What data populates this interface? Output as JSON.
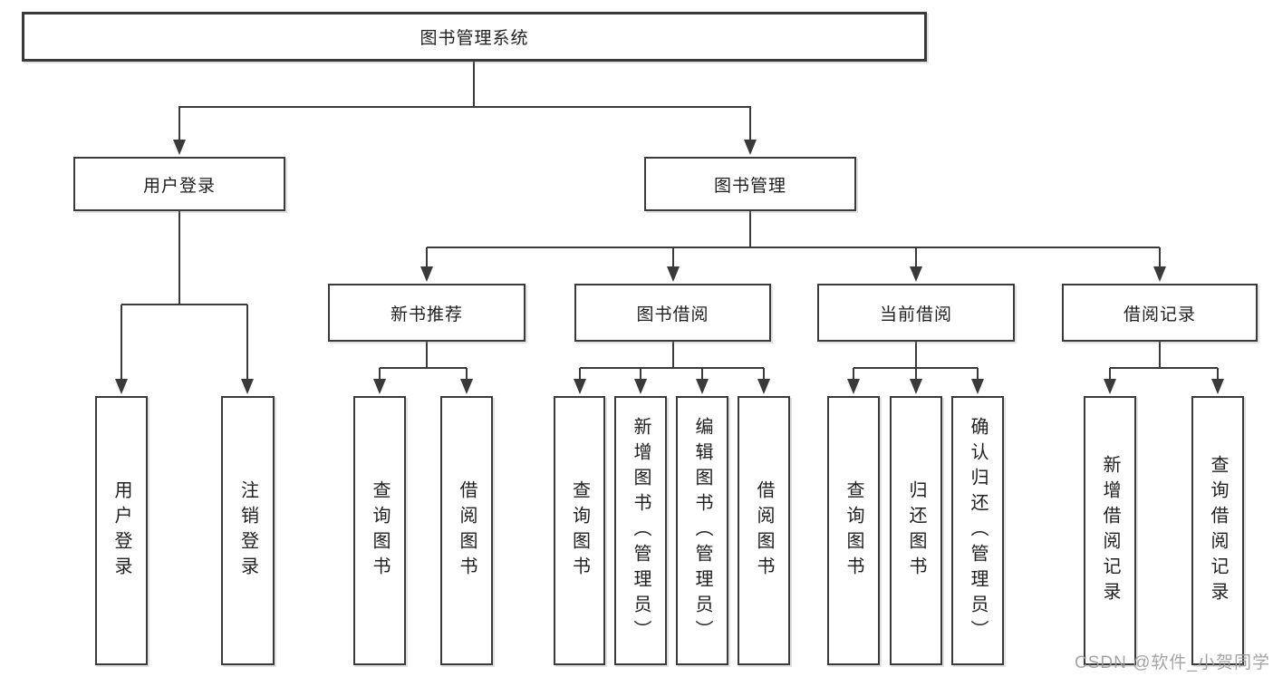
{
  "tree": {
    "root": {
      "label": "图书管理系统"
    },
    "branches": [
      {
        "label": "用户登录",
        "children": [
          {
            "label": "用户登录"
          },
          {
            "label": "注销登录"
          }
        ]
      },
      {
        "label": "图书管理",
        "children": [
          {
            "label": "新书推荐",
            "children": [
              {
                "label": "查询图书"
              },
              {
                "label": "借阅图书"
              }
            ]
          },
          {
            "label": "图书借阅",
            "children": [
              {
                "label": "查询图书"
              },
              {
                "label": "新增图书（管理员）"
              },
              {
                "label": "编辑图书（管理员）"
              },
              {
                "label": "借阅图书"
              }
            ]
          },
          {
            "label": "当前借阅",
            "children": [
              {
                "label": "查询图书"
              },
              {
                "label": "归还图书"
              },
              {
                "label": "确认归还（管理员）"
              }
            ]
          },
          {
            "label": "借阅记录",
            "children": [
              {
                "label": "新增借阅记录"
              },
              {
                "label": "查询借阅记录"
              }
            ]
          }
        ]
      }
    ]
  },
  "watermark": "CSDN @软件_小贺同学",
  "colors": {
    "line": "#3a3a3a",
    "text": "#1f1f1f",
    "watermark": "#9b9b9b"
  }
}
